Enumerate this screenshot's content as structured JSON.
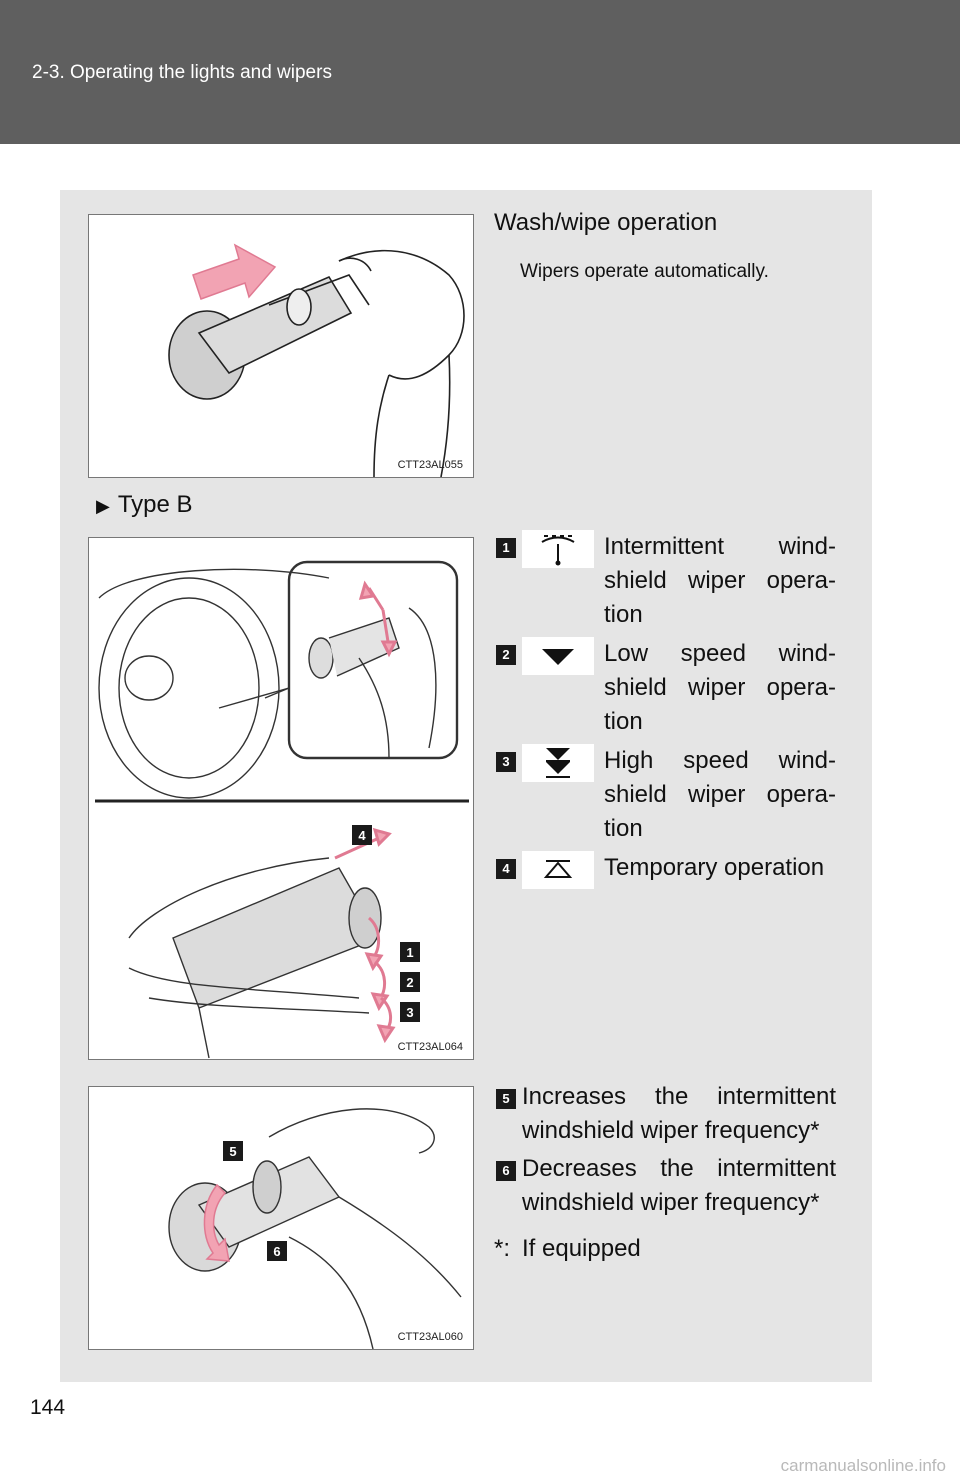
{
  "header": {
    "title": "2-3. Operating the lights and wipers"
  },
  "fig1": {
    "code": "CTT23AL055"
  },
  "wash": {
    "title": "Wash/wipe operation",
    "desc": "Wipers operate automatically."
  },
  "type_b": {
    "marker": "▶",
    "label": "Type B"
  },
  "fig2": {
    "code": "CTT23AL064",
    "callouts": [
      "4",
      "1",
      "2",
      "3"
    ]
  },
  "modes": [
    {
      "num": "1",
      "icon": "intermittent-wiper-icon",
      "lines": [
        "Intermittent wind-",
        "shield wiper opera-",
        "tion"
      ]
    },
    {
      "num": "2",
      "icon": "low-speed-arrow-icon",
      "lines": [
        "Low speed wind-",
        "shield wiper opera-",
        "tion"
      ]
    },
    {
      "num": "3",
      "icon": "high-speed-double-arrow-icon",
      "lines": [
        "High speed wind-",
        "shield wiper opera-",
        "tion"
      ]
    },
    {
      "num": "4",
      "icon": "mist-up-arrow-icon",
      "lines": [
        "Temporary operation"
      ]
    }
  ],
  "fig3": {
    "code": "CTT23AL060",
    "callouts": [
      "5",
      "6"
    ]
  },
  "freq": [
    {
      "num": "5",
      "lines": [
        "Increases the intermittent",
        "windshield wiper frequency*"
      ]
    },
    {
      "num": "6",
      "lines": [
        "Decreases the intermittent",
        "windshield wiper frequency*"
      ]
    }
  ],
  "note": {
    "marker": "*:",
    "text": "If equipped"
  },
  "page_number": "144",
  "watermark": "carmanualsonline.info",
  "colors": {
    "header": "#5f5f5f",
    "panel": "#e5e5e5",
    "arrow": "#f2a3b3"
  }
}
